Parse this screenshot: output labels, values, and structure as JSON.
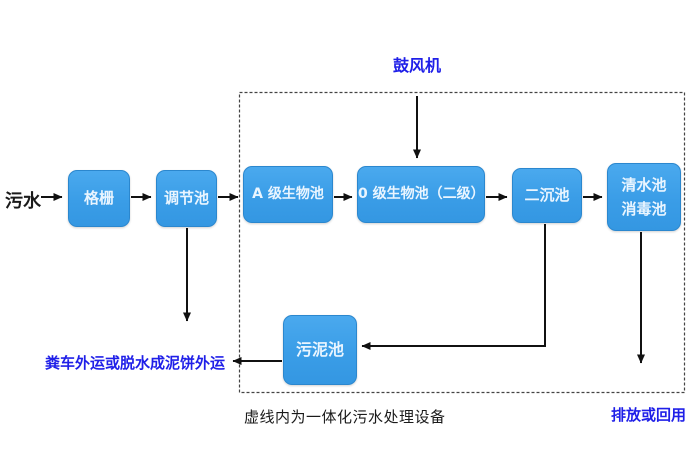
{
  "diagram": {
    "boxes": {
      "grid": {
        "label": "格栅"
      },
      "regulating": {
        "label": "调节池"
      },
      "a_bio": {
        "label": "A 级生物池"
      },
      "o_bio": {
        "label": "0 级生物池（二级）"
      },
      "secondary_sed": {
        "label": "二沉池"
      },
      "clearwater": {
        "line1": "清水池",
        "line2": "消毒池"
      },
      "sludge": {
        "label": "污泥池"
      }
    },
    "labels": {
      "influent": "污水",
      "blower": "鼓风机",
      "sludge_disposal": "粪车外运或脱水成泥饼外运",
      "discharge": "排放或回用",
      "dashed_box_caption": "虚线内为一体化污水处理设备"
    },
    "colors": {
      "box_fill": "#3a9de7",
      "box_border": "#2b87ce",
      "box_text": "#e9f5ff",
      "blue_label": "#1f1fe8",
      "black_label": "#1a1a1a",
      "arrow": "#111111",
      "dashed_border": "#444444"
    }
  }
}
